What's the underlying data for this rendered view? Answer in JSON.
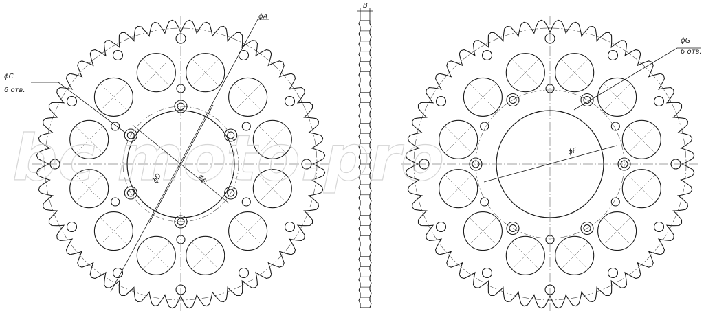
{
  "watermark": "bc moto.pro",
  "front_view": {
    "label_A": "ϕA",
    "label_C": "ϕC",
    "label_C_note": "6 отв.",
    "label_D": "ϕD",
    "label_E": "ϕE"
  },
  "side_view": {
    "label_B": "B"
  },
  "back_view": {
    "label_G": "ϕG",
    "label_G_note": "6 отв.",
    "label_F": "ϕF"
  },
  "colors": {
    "line": "#1a1a1a",
    "dash": "#444444",
    "watermark": "#cfcfcf"
  }
}
